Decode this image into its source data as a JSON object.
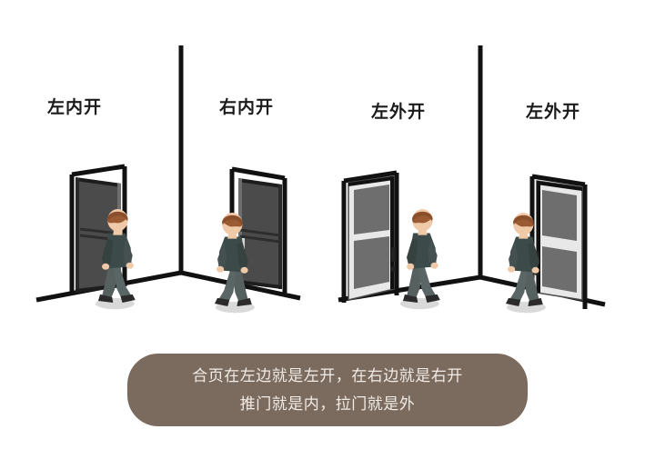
{
  "background_color": "#ffffff",
  "illustration": {
    "title_alt": "door-swing-direction-diagram",
    "panels": [
      {
        "label": "左内开",
        "hinge": "left",
        "swing": "inward",
        "door_color": "#4b4b4b",
        "frame_color": "#111111"
      },
      {
        "label": "右内开",
        "hinge": "right",
        "swing": "inward",
        "door_color": "#4b4b4b",
        "frame_color": "#111111"
      },
      {
        "label": "左外开",
        "hinge": "left",
        "swing": "outward",
        "door_color": "#6e6e6e",
        "frame_color": "#e8e8e8"
      },
      {
        "label": "左外开",
        "hinge": "right",
        "swing": "outward",
        "door_color": "#6e6e6e",
        "frame_color": "#e8e8e8"
      }
    ],
    "figure": {
      "hair_color": "#9a5a32",
      "skin_color": "#f0c9a8",
      "jacket_color": "#3c4a4a",
      "trousers_color": "#5a6566",
      "shoe_color": "#2b2b2b",
      "shadow_color": "#d9d9d9"
    },
    "wall_line_color": "#111111"
  },
  "caption": {
    "background_color": "#7b6a5e",
    "text_color": "#f2ece6",
    "lines": [
      "合页在左边就是左开，在右边就是右开",
      "推门就是内，拉门就是外"
    ]
  }
}
